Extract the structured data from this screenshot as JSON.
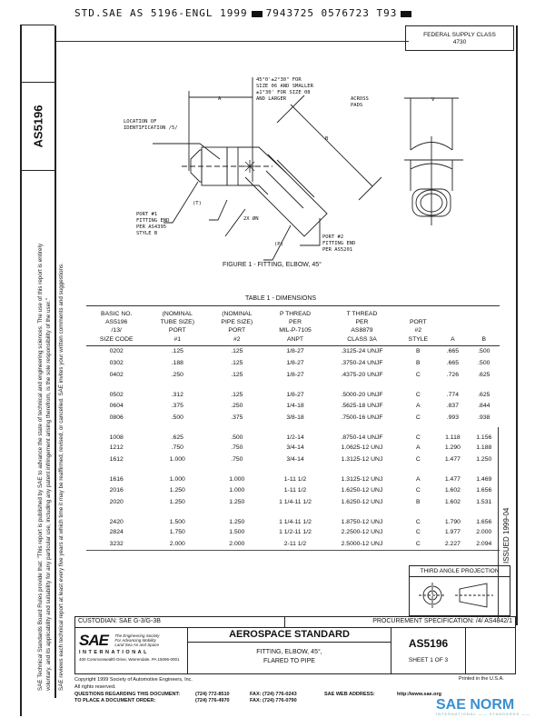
{
  "header": {
    "code_line": "STD.SAE AS 5196-ENGL 1999",
    "code_line_2": "7943725 0576723 T93",
    "federal_supply_class_label": "FEDERAL SUPPLY CLASS",
    "federal_supply_class_value": "4730"
  },
  "side": {
    "doc_id": "AS5196",
    "legal_line_1": "SAE Technical Standards Board Rules provide that: \"This report is published by SAE to advance the state of technical and engineering sciences. The use of this report is entirely",
    "legal_line_2": "voluntary, and its applicability and suitability for any particular use, including any patent infringement arising therefrom, is the sole responsibility of the user.\"",
    "legal_line_3": "SAE reviews each technical report at least every five years at which time it may be reaffirmed, revised, or cancelled. SAE invites your written comments and suggestions."
  },
  "figure": {
    "caption": "FIGURE 1 - FITTING, ELBOW, 45°",
    "notes": {
      "angle_1": "45°0'±2°30\" FOR",
      "angle_2": "SIZE 06 AND SMALLER",
      "angle_3": "±1°30' FOR SIZE 08",
      "angle_4": "AND LARGER",
      "dim_a": "A",
      "dim_b": "B",
      "dim_v": "V",
      "across_pads_1": "ACROSS",
      "across_pads_2": "PADS",
      "loc_1": "LOCATION OF",
      "loc_2": "IDENTIFICATION /5/",
      "t_label": "(T)",
      "port1_1": "PORT #1",
      "port1_2": "FITTING END",
      "port1_3": "PER AS4395",
      "port1_4": "STYLE B",
      "twox": "2X ØN",
      "p_label": "(P)",
      "port2_1": "PORT #2",
      "port2_2": "FITTING END",
      "port2_3": "PER AS5201"
    }
  },
  "table": {
    "title": "TABLE 1 - DIMENSIONS",
    "headers": [
      [
        "BASIC NO.",
        "AS5196",
        "/13/",
        "SIZE CODE"
      ],
      [
        "(NOMINAL",
        "TUBE SIZE)",
        "PORT",
        "#1"
      ],
      [
        "(NOMINAL",
        "PIPE SIZE)",
        "PORT",
        "#2"
      ],
      [
        "P THREAD",
        "PER",
        "MIL-P-7105",
        "ANPT"
      ],
      [
        "T THREAD",
        "PER",
        "AS8879",
        "CLASS 3A"
      ],
      [
        "",
        "PORT",
        "#2",
        "STYLE"
      ],
      [
        "",
        "",
        "",
        "A"
      ],
      [
        "",
        "",
        "",
        "B"
      ]
    ],
    "rows": [
      [
        "0202",
        ".125",
        ".125",
        "1/8-27",
        ".3125-24 UNJF",
        "B",
        ".665",
        ".500"
      ],
      [
        "0302",
        ".188",
        ".125",
        "1/8-27",
        ".3750-24 UNJF",
        "B",
        ".665",
        ".500"
      ],
      [
        "0402",
        ".250",
        ".125",
        "1/8-27",
        ".4375-20 UNJF",
        "C",
        ".726",
        ".625"
      ],
      [
        "0502",
        ".312",
        ".125",
        "1/8-27",
        ".5000-20 UNJF",
        "C",
        ".774",
        ".625"
      ],
      [
        "0604",
        ".375",
        ".250",
        "1/4-18",
        ".5625-18 UNJF",
        "A",
        ".837",
        ".844"
      ],
      [
        "0806",
        ".500",
        ".375",
        "3/8-18",
        ".7500-16 UNJF",
        "C",
        ".993",
        ".938"
      ],
      [
        "1008",
        ".625",
        ".500",
        "1/2-14",
        ".8750-14 UNJF",
        "C",
        "1.118",
        "1.156"
      ],
      [
        "1212",
        ".750",
        ".750",
        "3/4-14",
        "1.0625-12 UNJ",
        "A",
        "1.290",
        "1.188"
      ],
      [
        "1612",
        "1.000",
        ".750",
        "3/4-14",
        "1.3125-12 UNJ",
        "C",
        "1.477",
        "1.250"
      ],
      [
        "1616",
        "1.000",
        "1.000",
        "1-11 1/2",
        "1.3125-12 UNJ",
        "A",
        "1.477",
        "1.469"
      ],
      [
        "2016",
        "1.250",
        "1.000",
        "1-11 1/2",
        "1.6250-12 UNJ",
        "C",
        "1.602",
        "1.656"
      ],
      [
        "2020",
        "1.250",
        "1.250",
        "1 1/4-11 1/2",
        "1.6250-12 UNJ",
        "B",
        "1.602",
        "1.531"
      ],
      [
        "2420",
        "1.500",
        "1.250",
        "1 1/4-11 1/2",
        "1.8750-12 UNJ",
        "C",
        "1.790",
        "1.656"
      ],
      [
        "2824",
        "1.750",
        "1.500",
        "1 1/2-11 1/2",
        "2.2500-12 UNJ",
        "C",
        "1.977",
        "2.000"
      ],
      [
        "3232",
        "2.000",
        "2.000",
        "2-11 1/2",
        "2.5000-12 UNJ",
        "C",
        "2.227",
        "2.094"
      ]
    ]
  },
  "issued": "ISSUED 1999-04",
  "third_angle": "THIRD ANGLE PROJECTION",
  "title_block": {
    "custodian": "CUSTODIAN: SAE G-3/G-3B",
    "procurement": "PROCUREMENT SPECIFICATION: /4/ AS4842/1",
    "sae_logo": "SAE",
    "sae_tagline_1": "The Engineering Society",
    "sae_tagline_2": "For Advancing Mobility",
    "sae_tagline_3": "Land Sea Air and Space",
    "sae_international": "INTERNATIONAL",
    "sae_address": "400 Commonwealth Drive, Warrendale, PA 15096-0001",
    "standard_type": "AEROSPACE STANDARD",
    "title_line_1": "FITTING, ELBOW, 45°,",
    "title_line_2": "FLARED TO PIPE",
    "doc_number": "AS5196",
    "sheet": "SHEET 1 OF 3"
  },
  "footer": {
    "printed": "Printed in the U.S.A.",
    "copyright": "Copyright 1999 Society of Automotive Engineers, Inc.",
    "rights": "All rights reserved.",
    "questions_label": "QUESTIONS REGARDING THIS DOCUMENT:",
    "questions_phone": "(724) 772-8510",
    "questions_fax": "FAX: (724) 776-0243",
    "order_label": "TO PLACE A DOCUMENT ORDER:",
    "order_phone": "(724) 776-4970",
    "order_fax": "FAX: (724) 776-0790",
    "web_label": "SAE WEB ADDRESS:",
    "web_url": "http://www.sae.org",
    "watermark": "SAE NORM",
    "watermark_sub": "INTERNATIONAL —— STANDARDS ——"
  }
}
